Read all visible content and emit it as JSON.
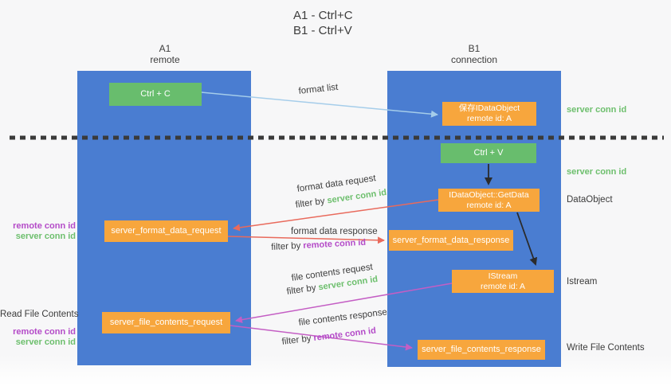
{
  "title": {
    "line1": "A1 - Ctrl+C",
    "line2": "B1 - Ctrl+V"
  },
  "columns": {
    "left": {
      "header_line1": "A1",
      "header_line2": "remote"
    },
    "right": {
      "header_line1": "B1",
      "header_line2": "connection"
    }
  },
  "boxes": {
    "ctrl_c": {
      "label": "Ctrl + C"
    },
    "save_idataobject": {
      "line1": "保存IDataObject",
      "line2": "remote id: A"
    },
    "ctrl_v": {
      "label": "Ctrl + V"
    },
    "getdata": {
      "line1": "IDataObject::GetData",
      "line2": "remote id: A"
    },
    "server_format_data_request": {
      "label": "server_format_data_request"
    },
    "server_format_data_response": {
      "label": "server_format_data_response"
    },
    "istream": {
      "line1": "IStream",
      "line2": "remote id: A"
    },
    "server_file_contents_request": {
      "label": "server_file_contents_request"
    },
    "server_file_contents_response": {
      "label": "server_file_contents_response"
    }
  },
  "flow_labels": {
    "format_list": "format list",
    "format_data_request": "format data request",
    "format_data_response": "format data response",
    "file_contents_request": "file contents request",
    "file_contents_response": "file contents response",
    "filter_by": "filter by",
    "server_conn_id": "server conn id",
    "remote_conn_id": "remote conn id"
  },
  "side_labels": {
    "right_server_conn_id_top": "server conn id",
    "right_server_conn_id_mid": "server conn id",
    "dataobject": "DataObject",
    "istream": "Istream",
    "write_file_contents": "Write File Contents",
    "left_remote_conn_id_top": "remote conn id",
    "left_server_conn_id_top": "server conn id",
    "read_file_contents": "Read File Contents",
    "left_remote_conn_id_bottom": "remote conn id",
    "left_server_conn_id_bottom": "server conn id"
  },
  "colors": {
    "column_blue": "#4a7dd1",
    "box_green": "#68bd6d",
    "box_orange": "#f7a63d",
    "arrow_light_blue": "#a5cdea",
    "arrow_red": "#e96a5c",
    "arrow_magenta": "#c45ec4",
    "arrow_black": "#2b2b2b",
    "text_green": "#6dbf6d",
    "text_purple": "#b44bc8",
    "background": "#f7f7f8"
  }
}
